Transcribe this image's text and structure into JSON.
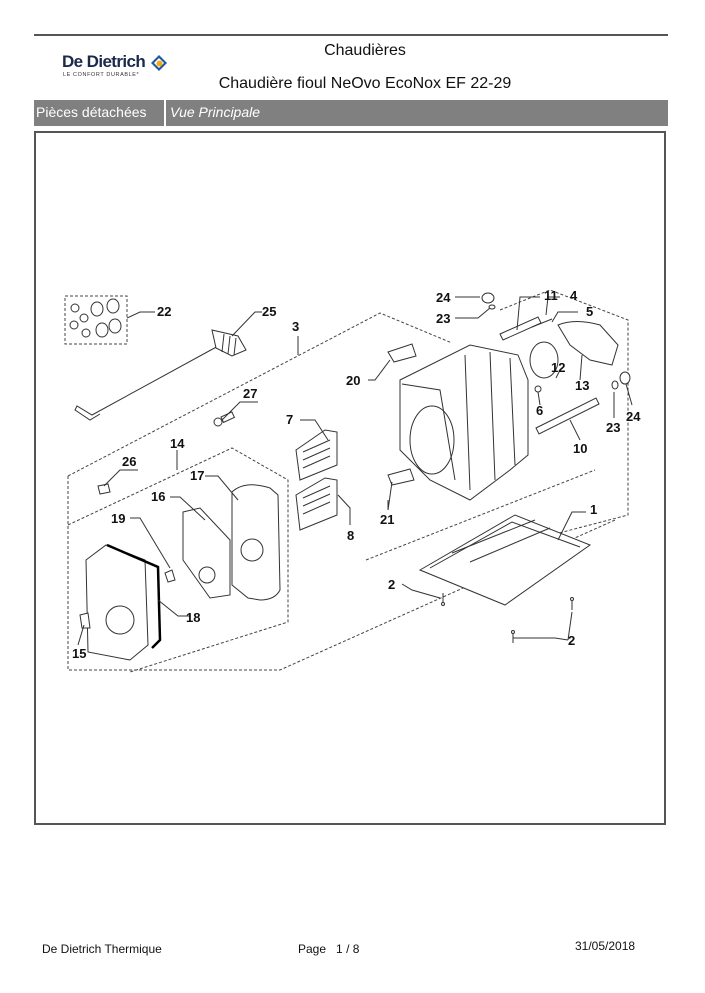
{
  "header": {
    "brand": "De Dietrich",
    "tagline": "LE CONFORT DURABLE*",
    "category": "Chaudières",
    "product": "Chaudière fioul NeOvo EcoNox EF 22-29"
  },
  "band": {
    "section": "Pièces détachées",
    "view": "Vue Principale"
  },
  "diagram": {
    "callouts": [
      {
        "id": "c22",
        "label": "22"
      },
      {
        "id": "c25",
        "label": "25"
      },
      {
        "id": "c3",
        "label": "3"
      },
      {
        "id": "c27",
        "label": "27"
      },
      {
        "id": "c7",
        "label": "7"
      },
      {
        "id": "c14",
        "label": "14"
      },
      {
        "id": "c26",
        "label": "26"
      },
      {
        "id": "c17",
        "label": "17"
      },
      {
        "id": "c16",
        "label": "16"
      },
      {
        "id": "c19",
        "label": "19"
      },
      {
        "id": "c18",
        "label": "18"
      },
      {
        "id": "c15",
        "label": "15"
      },
      {
        "id": "c8",
        "label": "8"
      },
      {
        "id": "c20",
        "label": "20"
      },
      {
        "id": "c21",
        "label": "21"
      },
      {
        "id": "c24a",
        "label": "24"
      },
      {
        "id": "c23a",
        "label": "23"
      },
      {
        "id": "c11",
        "label": "11"
      },
      {
        "id": "c4",
        "label": "4"
      },
      {
        "id": "c5",
        "label": "5"
      },
      {
        "id": "c12",
        "label": "12"
      },
      {
        "id": "c13",
        "label": "13"
      },
      {
        "id": "c6",
        "label": "6"
      },
      {
        "id": "c10",
        "label": "10"
      },
      {
        "id": "c23b",
        "label": "23"
      },
      {
        "id": "c24b",
        "label": "24"
      },
      {
        "id": "c1",
        "label": "1"
      },
      {
        "id": "c2a",
        "label": "2"
      },
      {
        "id": "c2b",
        "label": "2"
      }
    ]
  },
  "footer": {
    "company": "De Dietrich Thermique",
    "page_label": "Page",
    "page_current": "1",
    "page_separator": "/",
    "page_total": "8",
    "date": "31/05/2018"
  }
}
